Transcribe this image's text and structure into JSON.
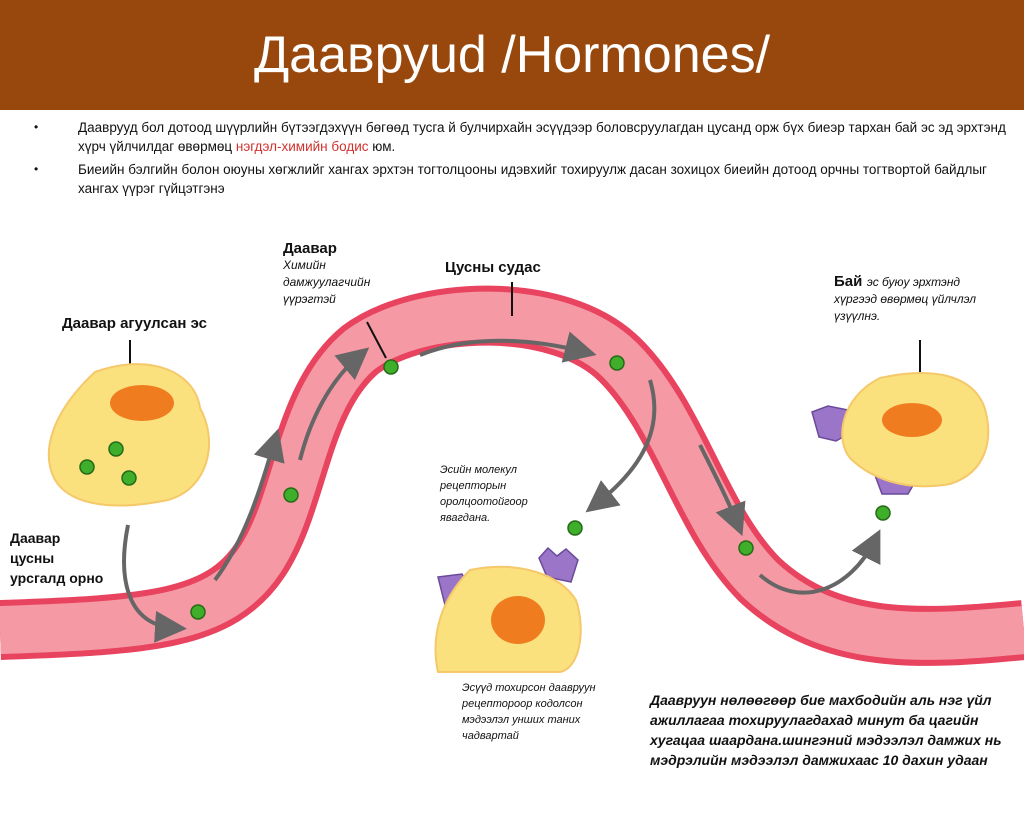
{
  "header": {
    "title": "Даавруud /Hormones/"
  },
  "bullets": [
    {
      "before": "Дааврууд бол дотоод шүүрлийн бүтээгдэхүүн бөгөөд тусга й булчирхайн эсүүдээр боловсруулагдан цусанд орж бүх биеэр тархан бай эс эд эрхтэнд хүрч үйлчилдаг өвөрмөц ",
      "highlight": "нэгдэл-химийн бодис",
      "after": " юм."
    },
    {
      "text": "Биеийн бэлгийн болон оюуны хөгжлийг хангах эрхтэн тогтолцооны идэвхийг тохируулж дасан зохицох биеийн дотоод орчны тогтвортой байдлыг хангах үүрэг гүйцэтгэнэ"
    }
  ],
  "labels": {
    "source_cell": "Даавар агуулсан эс",
    "enters_blood": [
      "Даавар",
      "цусны",
      "урсгалд орно"
    ],
    "hormone_title": "Даавар",
    "hormone_desc": [
      "Химийн",
      "дамжуулагчийн",
      "үүрэгтэй"
    ],
    "blood_vessel": "Цусны судас",
    "target_title": "Бай",
    "target_desc_inline": "эс буюу эрхтэнд",
    "target_desc": [
      "хүргээд өвөрмөц үйлчлэл",
      "үзүүлнэ."
    ],
    "binding_text": [
      "Эсийн молекул",
      "рецепторын",
      "оролцоотойгоор",
      "явагдана."
    ],
    "cells_text": [
      "Эсүүд тохирсон даавруун",
      "рецептороор кодолсон",
      "мэдээлэл унших таних",
      "чадвартай"
    ],
    "note": "Даавруун нөлөөгөөр бие махбодийн аль нэг үйл ажиллагаа тохируулагдахад минут ба цагийн хугацаа шаардана.шингэний мэдээлэл дамжих нь мэдрэлийн мэдээлэл дамжихаас 10 дахин удаан"
  },
  "colors": {
    "title_bar": "#98480c",
    "vessel_outer": "#e8435f",
    "vessel_inner": "#f59aa4",
    "cell_fill": "#fbe07e",
    "nucleus": "#f07c20",
    "hormone": "#3fae2a",
    "receptor": "#9a75c8",
    "arrow": "#666666",
    "highlight_text": "#d0312d"
  }
}
